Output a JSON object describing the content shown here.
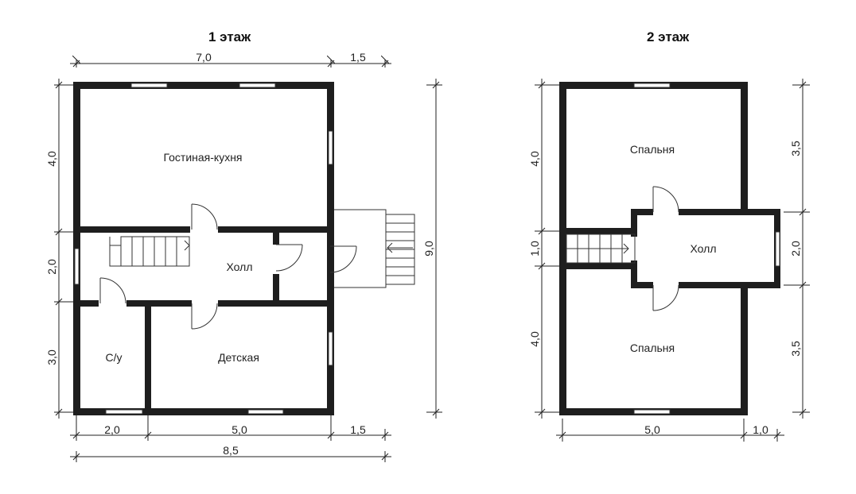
{
  "floor1": {
    "title": "1 этаж",
    "rooms": {
      "living_kitchen": "Гостиная-кухня",
      "hall": "Холл",
      "bathroom": "С/у",
      "kids": "Детская"
    },
    "dims": {
      "top_7": "7,0",
      "top_15": "1,5",
      "left_4": "4,0",
      "left_2": "2,0",
      "left_3": "3,0",
      "right_9": "9,0",
      "bottom_2": "2,0",
      "bottom_5": "5,0",
      "bottom_15": "1,5",
      "total_85": "8,5"
    }
  },
  "floor2": {
    "title": "2 этаж",
    "rooms": {
      "bedroom_top": "Спальня",
      "hall": "Холл",
      "bedroom_bottom": "Спальня"
    },
    "dims": {
      "left_4_top": "4,0",
      "left_1": "1,0",
      "left_4_bottom": "4,0",
      "right_35_top": "3,5",
      "right_2": "2,0",
      "right_35_bottom": "3,5",
      "bottom_5": "5,0",
      "bottom_1": "1,0"
    }
  }
}
